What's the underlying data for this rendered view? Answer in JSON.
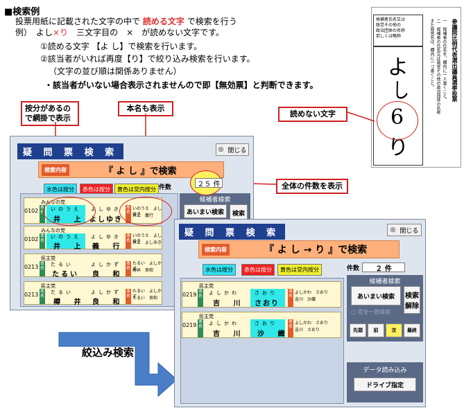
{
  "intro": {
    "heading": "■検索例",
    "line1_a": "投票用紙に記載された文字の中で",
    "line1_b": "読める文字",
    "line1_c": "で検索を行う",
    "line2_a": "例）　よし",
    "line2_b": "×り",
    "line2_c": "　三文字目の　×　が読めない文字です。",
    "line3": "①読める文字 【よ し】で検索を行います。",
    "line4": "②該当者がいれば再度【り】で絞り込み検索を行います。",
    "line5": "（文字の並び順は関係ありません）",
    "line6": "・該当者がいない場合表示されませんので即【無効票】と判断できます。"
  },
  "callouts": {
    "furigana": "按分があるの\nで網掛で表示",
    "real_name": "本名も表示",
    "unreadable": "読めない文字",
    "total_count": "全体の件数を表示",
    "narrow": "絞込み検索"
  },
  "ballot": {
    "header_text": "候補者氏名又は\n政党その他の\n政治団体の名称\n若しくは略称",
    "vertical_title": "参議院比例代表選出議員選挙投票",
    "vertical_notes": [
      "一　候補者の氏名を、欄内に一人書くこと。",
      "二　候補者の氏名又は政党その他の政治団体の名称",
      "また政党名は、欄内に一つ書くこと。"
    ],
    "handwriting": [
      "よ",
      "し",
      "6",
      "り"
    ]
  },
  "window1": {
    "title": "疑 問 票 検 索",
    "close_label": "閉じる",
    "search_label": "検索内容",
    "search_text": "『 よ し 』で検索",
    "filters": [
      "水色は按分",
      "赤色は按分",
      "黄色は党内按分"
    ],
    "count_label": "件数",
    "count_value": "２５ 件",
    "candidate_search": "候補者検索",
    "fuzzy_search": "あいまい検索",
    "search_btn": "検索",
    "cards": [
      {
        "num": "0102",
        "party": "みんなの党",
        "furi1": "いのうえ",
        "furi2": "よしゆき",
        "name1": "井 上",
        "name2": "よしゆき",
        "real_furi": "いのうえ　よしゆき",
        "real_name": "井上　義行"
      },
      {
        "num": "0102",
        "party": "みんなの党",
        "furi1": "いのうえ",
        "furi2": "よしゆき",
        "name1": "井 上",
        "name2": "義 行",
        "real_furi": "いのうえ　よしゆき",
        "real_name": "井上　よしゆき"
      },
      {
        "num": "0213",
        "party": "民主党",
        "furi1": "たるい",
        "furi2": "よしかず",
        "name1": "たるい",
        "name2": "良 和",
        "real_furi": "たるい　よしかず",
        "real_name": "樽井　良和"
      },
      {
        "num": "0213",
        "party": "民主党",
        "furi1": "たるい",
        "furi2": "よしかず",
        "name1": "樽 井",
        "name2": "良 和",
        "real_furi": "たるい　よしかず",
        "real_name": "たるい　良和"
      }
    ]
  },
  "window2": {
    "title": "疑 問 票 検 索",
    "close_label": "閉じる",
    "search_label": "検索内容",
    "search_text": "『 よ し → り 』で検索",
    "filters": [
      "水色は按分",
      "赤色は按分",
      "黄色は党内按分"
    ],
    "count_label": "件数",
    "count_value": "２ 件",
    "candidate_search": "候補者検索",
    "fuzzy_search": "あいまい検索",
    "search_cancel": "検索\n解除",
    "exact_search": "完全一致検索",
    "nav": [
      "先頭",
      "前",
      "次",
      "最終"
    ],
    "data_load": "データ読み込み",
    "drive_btn": "ドライブ指定",
    "cards": [
      {
        "num": "0219",
        "party": "民主党",
        "furi1": "よしかわ",
        "furi2": "さおり",
        "name1": "吉 川",
        "name2": "さおり",
        "real_furi": "よしかわ　さおり",
        "real_name": "吉川　沙織"
      },
      {
        "num": "0219",
        "party": "民主党",
        "furi1": "よしかわ",
        "furi2": "さおり",
        "name1": "吉 川",
        "name2": "沙 織",
        "real_furi": "よしかわ　さおり",
        "real_name": "吉川　さおり"
      }
    ]
  }
}
